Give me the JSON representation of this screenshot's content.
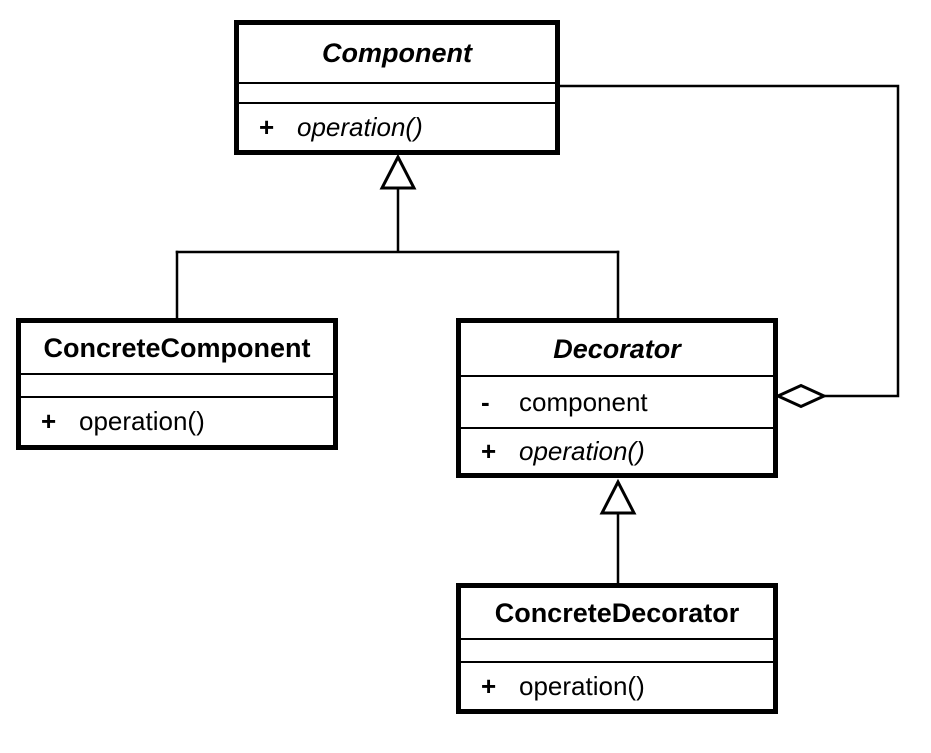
{
  "diagram": {
    "kind": "uml-class-diagram",
    "colors": {
      "line": "#000000",
      "box_fill": "#ffffff",
      "background": "#ffffff",
      "text": "#000000"
    }
  },
  "classes": {
    "component": {
      "name": "Component",
      "abstract": true,
      "attributes": [],
      "operations": [
        {
          "visibility": "+",
          "signature": "operation()",
          "abstract": true
        }
      ]
    },
    "concrete_component": {
      "name": "ConcreteComponent",
      "abstract": false,
      "attributes": [],
      "operations": [
        {
          "visibility": "+",
          "signature": "operation()",
          "abstract": false
        }
      ]
    },
    "decorator": {
      "name": "Decorator",
      "abstract": true,
      "attributes": [
        {
          "visibility": "-",
          "name": "component"
        }
      ],
      "operations": [
        {
          "visibility": "+",
          "signature": "operation()",
          "abstract": true
        }
      ]
    },
    "concrete_decorator": {
      "name": "ConcreteDecorator",
      "abstract": false,
      "attributes": [],
      "operations": [
        {
          "visibility": "+",
          "signature": "operation()",
          "abstract": false
        }
      ]
    }
  },
  "relationships": [
    {
      "type": "generalization",
      "from": "ConcreteComponent",
      "to": "Component"
    },
    {
      "type": "generalization",
      "from": "Decorator",
      "to": "Component"
    },
    {
      "type": "generalization",
      "from": "ConcreteDecorator",
      "to": "Decorator"
    },
    {
      "type": "aggregation",
      "from": "Decorator",
      "to": "Component",
      "via": "component"
    }
  ]
}
